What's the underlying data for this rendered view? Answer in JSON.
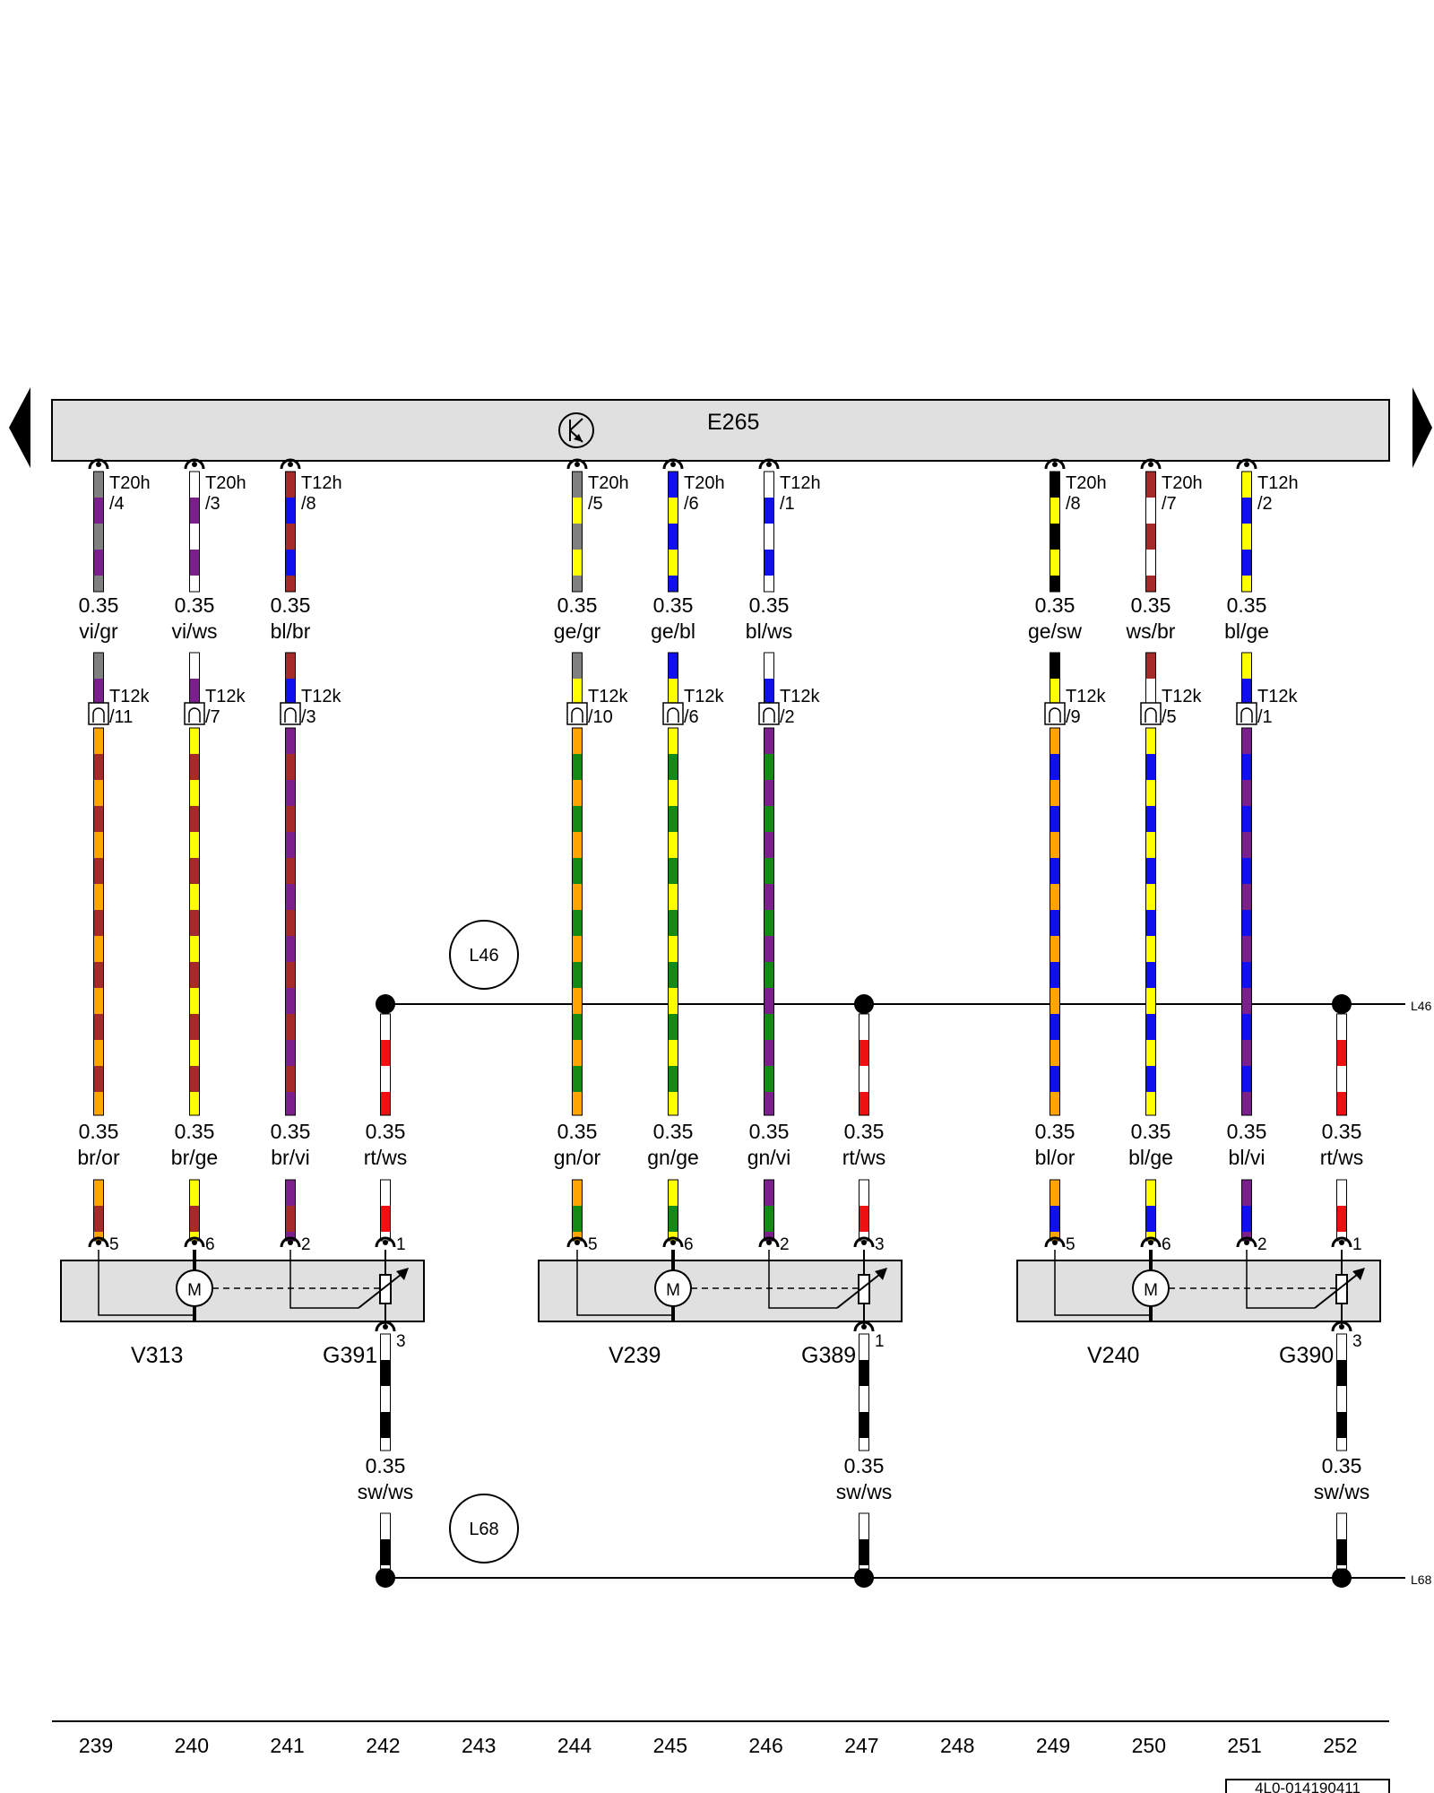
{
  "control_unit": {
    "label": "E265"
  },
  "buses": [
    {
      "id": "L46",
      "label": "L46",
      "edge_label": "L46"
    },
    {
      "id": "L68",
      "label": "L68",
      "edge_label": "L68"
    }
  ],
  "upper_wires": [
    {
      "top": {
        "conn": "T20h",
        "pin": "/4"
      },
      "size": "0.35",
      "code": "vi/gr",
      "colors": [
        "#808080",
        "#7a1f8c"
      ]
    },
    {
      "top": {
        "conn": "T20h",
        "pin": "/3"
      },
      "size": "0.35",
      "code": "vi/ws",
      "colors": [
        "#ffffff",
        "#7a1f8c"
      ]
    },
    {
      "top": {
        "conn": "T12h",
        "pin": "/8"
      },
      "size": "0.35",
      "code": "bl/br",
      "colors": [
        "#a52a2a",
        "#1010ee"
      ]
    },
    {
      "top": {
        "conn": "T20h",
        "pin": "/5"
      },
      "size": "0.35",
      "code": "ge/gr",
      "colors": [
        "#808080",
        "#ffff00"
      ]
    },
    {
      "top": {
        "conn": "T20h",
        "pin": "/6"
      },
      "size": "0.35",
      "code": "ge/bl",
      "colors": [
        "#1010ee",
        "#ffff00"
      ]
    },
    {
      "top": {
        "conn": "T12h",
        "pin": "/1"
      },
      "size": "0.35",
      "code": "bl/ws",
      "colors": [
        "#ffffff",
        "#1010ee"
      ]
    },
    {
      "top": {
        "conn": "T20h",
        "pin": "/8"
      },
      "size": "0.35",
      "code": "ge/sw",
      "colors": [
        "#000000",
        "#ffff00"
      ]
    },
    {
      "top": {
        "conn": "T20h",
        "pin": "/7"
      },
      "size": "0.35",
      "code": "ws/br",
      "colors": [
        "#a52a2a",
        "#ffffff"
      ]
    },
    {
      "top": {
        "conn": "T12h",
        "pin": "/2"
      },
      "size": "0.35",
      "code": "bl/ge",
      "colors": [
        "#ffff00",
        "#1010ee"
      ]
    }
  ],
  "lower_wires": [
    {
      "conn": {
        "name": "T12k",
        "pin": "/11"
      },
      "size": "0.35",
      "code": "br/or",
      "colors": [
        "#ffa500",
        "#a52a2a"
      ],
      "pin": "5"
    },
    {
      "conn": {
        "name": "T12k",
        "pin": "/7"
      },
      "size": "0.35",
      "code": "br/ge",
      "colors": [
        "#ffff00",
        "#a52a2a"
      ],
      "pin": "6"
    },
    {
      "conn": {
        "name": "T12k",
        "pin": "/3"
      },
      "size": "0.35",
      "code": "br/vi",
      "colors": [
        "#7a1f8c",
        "#a52a2a"
      ],
      "pin": "2"
    },
    {
      "conn": {
        "name": "T12k",
        "pin": "/10"
      },
      "size": "0.35",
      "code": "gn/or",
      "colors": [
        "#ffa500",
        "#138a13"
      ],
      "pin": "5"
    },
    {
      "conn": {
        "name": "T12k",
        "pin": "/6"
      },
      "size": "0.35",
      "code": "gn/ge",
      "colors": [
        "#ffff00",
        "#138a13"
      ],
      "pin": "6"
    },
    {
      "conn": {
        "name": "T12k",
        "pin": "/2"
      },
      "size": "0.35",
      "code": "gn/vi",
      "colors": [
        "#7a1f8c",
        "#138a13"
      ],
      "pin": "2"
    },
    {
      "conn": {
        "name": "T12k",
        "pin": "/9"
      },
      "size": "0.35",
      "code": "bl/or",
      "colors": [
        "#ffa500",
        "#1010ee"
      ],
      "pin": "5"
    },
    {
      "conn": {
        "name": "T12k",
        "pin": "/5"
      },
      "size": "0.35",
      "code": "bl/ge",
      "colors": [
        "#ffff00",
        "#1010ee"
      ],
      "pin": "6"
    },
    {
      "conn": {
        "name": "T12k",
        "pin": "/1"
      },
      "size": "0.35",
      "code": "bl/vi",
      "colors": [
        "#7a1f8c",
        "#1010ee"
      ],
      "pin": "2"
    }
  ],
  "supply_wires": [
    {
      "size": "0.35",
      "code": "rt/ws",
      "colors": [
        "#ffffff",
        "#ee1111"
      ],
      "pin": "1"
    },
    {
      "size": "0.35",
      "code": "rt/ws",
      "colors": [
        "#ffffff",
        "#ee1111"
      ],
      "pin": "3"
    },
    {
      "size": "0.35",
      "code": "rt/ws",
      "colors": [
        "#ffffff",
        "#ee1111"
      ],
      "pin": "1"
    }
  ],
  "ground_wires": [
    {
      "size": "0.35",
      "code": "sw/ws",
      "colors": [
        "#ffffff",
        "#000000"
      ],
      "pin": "3"
    },
    {
      "size": "0.35",
      "code": "sw/ws",
      "colors": [
        "#ffffff",
        "#000000"
      ],
      "pin": "1"
    },
    {
      "size": "0.35",
      "code": "sw/ws",
      "colors": [
        "#ffffff",
        "#000000"
      ],
      "pin": "3"
    }
  ],
  "actuators": [
    {
      "motor": "V313",
      "sensor": "G391",
      "motor_symbol": "M"
    },
    {
      "motor": "V239",
      "sensor": "G389",
      "motor_symbol": "M"
    },
    {
      "motor": "V240",
      "sensor": "G390",
      "motor_symbol": "M"
    }
  ],
  "tracks": [
    "239",
    "240",
    "241",
    "242",
    "243",
    "244",
    "245",
    "246",
    "247",
    "248",
    "249",
    "250",
    "251",
    "252"
  ],
  "reference": "4L0-014190411",
  "colors": {
    "box_fill": "#e0e0e0",
    "line": "#000000"
  }
}
